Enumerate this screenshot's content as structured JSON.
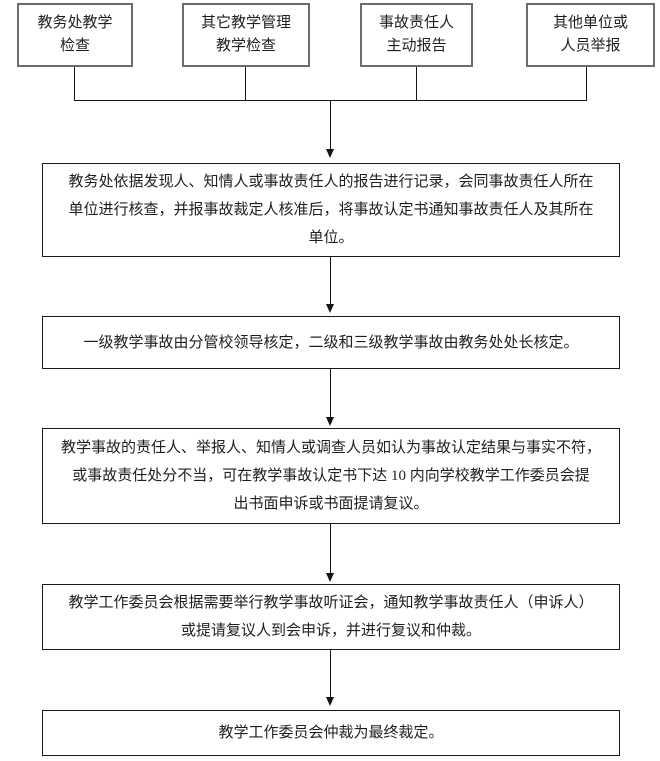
{
  "diagram": {
    "type": "flowchart",
    "sources": [
      {
        "label": "教务处教学\n检查"
      },
      {
        "label": "其它教学管理\n教学检查"
      },
      {
        "label": "事故责任人\n主动报告"
      },
      {
        "label": "其他单位或\n人员举报"
      }
    ],
    "steps": [
      {
        "text": "教务处依据发现人、知情人或事故责任人的报告进行记录，会同事故责任人所在\n单位进行核查，并报事故裁定人核准后，将事故认定书通知事故责任人及其所在\n单位。"
      },
      {
        "text": "一级教学事故由分管校领导核定，二级和三级教学事故由教务处处长核定。"
      },
      {
        "text": "教学事故的责任人、举报人、知情人或调查人员如认为事故认定结果与事实不符，\n或事故责任处分不当，可在教学事故认定书下达 10 内向学校教学工作委员会提\n出书面申诉或书面提请复议。"
      },
      {
        "text": "教学工作委员会根据需要举行教学事故听证会，通知教学事故责任人（申诉人）\n或提请复议人到会申诉，并进行复议和仲裁。"
      },
      {
        "text": "教学工作委员会仲裁为最终裁定。"
      }
    ],
    "colors": {
      "source_border": "#6b6b6b",
      "process_border": "#1a1a1a",
      "line": "#151515",
      "text": "#1f1f1f",
      "background": "#ffffff"
    }
  }
}
